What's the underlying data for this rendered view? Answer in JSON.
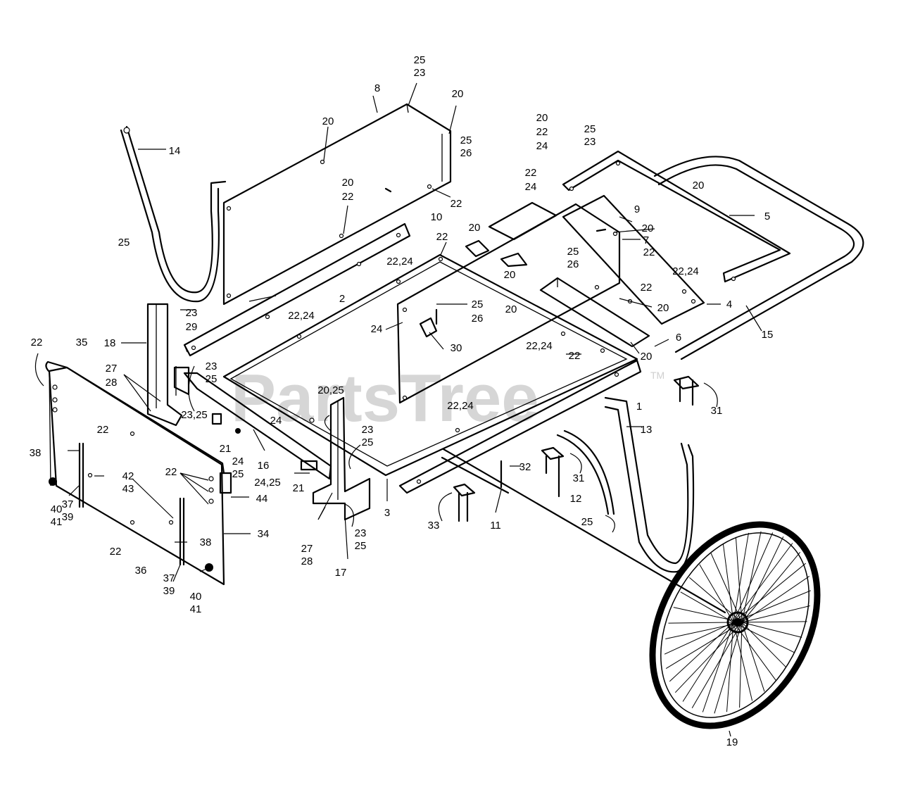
{
  "watermark": {
    "text": "PartsTree",
    "trademark": "TM"
  },
  "callouts": [
    {
      "id": "c1",
      "text": "25"
    },
    {
      "id": "c2",
      "text": "23"
    },
    {
      "id": "c3",
      "text": "8"
    },
    {
      "id": "c4",
      "text": "20"
    },
    {
      "id": "c5",
      "text": "20"
    },
    {
      "id": "c6",
      "text": "25"
    },
    {
      "id": "c7",
      "text": "26"
    },
    {
      "id": "c8",
      "text": "14"
    },
    {
      "id": "c9",
      "text": "20"
    },
    {
      "id": "c10",
      "text": "22"
    },
    {
      "id": "c11",
      "text": "22"
    },
    {
      "id": "c12",
      "text": "10"
    },
    {
      "id": "c13",
      "text": "22"
    },
    {
      "id": "c14",
      "text": "24"
    },
    {
      "id": "c15",
      "text": "20"
    },
    {
      "id": "c16",
      "text": "25"
    },
    {
      "id": "c17",
      "text": "23"
    },
    {
      "id": "c18",
      "text": "22"
    },
    {
      "id": "c19",
      "text": "24"
    },
    {
      "id": "c20",
      "text": "20"
    },
    {
      "id": "c21",
      "text": "9"
    },
    {
      "id": "c22",
      "text": "5"
    },
    {
      "id": "c23",
      "text": "25"
    },
    {
      "id": "c24",
      "text": "22"
    },
    {
      "id": "c25",
      "text": "20"
    },
    {
      "id": "c26",
      "text": "20"
    },
    {
      "id": "c27",
      "text": "7"
    },
    {
      "id": "c28",
      "text": "22,24"
    },
    {
      "id": "c29",
      "text": "22"
    },
    {
      "id": "c30",
      "text": "20"
    },
    {
      "id": "c31",
      "text": "25"
    },
    {
      "id": "c32",
      "text": "26"
    },
    {
      "id": "c33",
      "text": "22,24"
    },
    {
      "id": "c34",
      "text": "2"
    },
    {
      "id": "c35",
      "text": "22"
    },
    {
      "id": "c36",
      "text": "4"
    },
    {
      "id": "c37",
      "text": "20"
    },
    {
      "id": "c38",
      "text": "23"
    },
    {
      "id": "c39",
      "text": "29"
    },
    {
      "id": "c40",
      "text": "22,24"
    },
    {
      "id": "c41",
      "text": "25"
    },
    {
      "id": "c42",
      "text": "26"
    },
    {
      "id": "c43",
      "text": "20"
    },
    {
      "id": "c44",
      "text": "15"
    },
    {
      "id": "c45",
      "text": "18"
    },
    {
      "id": "c46",
      "text": "24"
    },
    {
      "id": "c47",
      "text": "30"
    },
    {
      "id": "c48",
      "text": "22,24"
    },
    {
      "id": "c49",
      "text": "22"
    },
    {
      "id": "c50",
      "text": "6"
    },
    {
      "id": "c51",
      "text": "22"
    },
    {
      "id": "c52",
      "text": "35"
    },
    {
      "id": "c53",
      "text": "27"
    },
    {
      "id": "c54",
      "text": "28"
    },
    {
      "id": "c55",
      "text": "23"
    },
    {
      "id": "c56",
      "text": "25"
    },
    {
      "id": "c57",
      "text": "20"
    },
    {
      "id": "c58",
      "text": "1"
    },
    {
      "id": "c59",
      "text": "31"
    },
    {
      "id": "c60",
      "text": "20,25"
    },
    {
      "id": "c61",
      "text": "22,24"
    },
    {
      "id": "c62",
      "text": "23,25"
    },
    {
      "id": "c63",
      "text": "24"
    },
    {
      "id": "c64",
      "text": "13"
    },
    {
      "id": "c65",
      "text": "22"
    },
    {
      "id": "c66",
      "text": "23"
    },
    {
      "id": "c67",
      "text": "25"
    },
    {
      "id": "c68",
      "text": "38"
    },
    {
      "id": "c69",
      "text": "21"
    },
    {
      "id": "c70",
      "text": "24"
    },
    {
      "id": "c71",
      "text": "25"
    },
    {
      "id": "c72",
      "text": "16"
    },
    {
      "id": "c73",
      "text": "32"
    },
    {
      "id": "c74",
      "text": "22"
    },
    {
      "id": "c75",
      "text": "42"
    },
    {
      "id": "c76",
      "text": "43"
    },
    {
      "id": "c77",
      "text": "24,25"
    },
    {
      "id": "c78",
      "text": "31"
    },
    {
      "id": "c79",
      "text": "21"
    },
    {
      "id": "c80",
      "text": "44"
    },
    {
      "id": "c81",
      "text": "3"
    },
    {
      "id": "c82",
      "text": "12"
    },
    {
      "id": "c83",
      "text": "40"
    },
    {
      "id": "c84",
      "text": "41"
    },
    {
      "id": "c85",
      "text": "37"
    },
    {
      "id": "c86",
      "text": "39"
    },
    {
      "id": "c87",
      "text": "33"
    },
    {
      "id": "c88",
      "text": "11"
    },
    {
      "id": "c89",
      "text": "25"
    },
    {
      "id": "c90",
      "text": "22"
    },
    {
      "id": "c91",
      "text": "34"
    },
    {
      "id": "c92",
      "text": "23"
    },
    {
      "id": "c93",
      "text": "25"
    },
    {
      "id": "c94",
      "text": "38"
    },
    {
      "id": "c95",
      "text": "36"
    },
    {
      "id": "c96",
      "text": "27"
    },
    {
      "id": "c97",
      "text": "28"
    },
    {
      "id": "c98",
      "text": "37"
    },
    {
      "id": "c99",
      "text": "39"
    },
    {
      "id": "c100",
      "text": "17"
    },
    {
      "id": "c101",
      "text": "40"
    },
    {
      "id": "c102",
      "text": "41"
    },
    {
      "id": "c103",
      "text": "19"
    }
  ]
}
